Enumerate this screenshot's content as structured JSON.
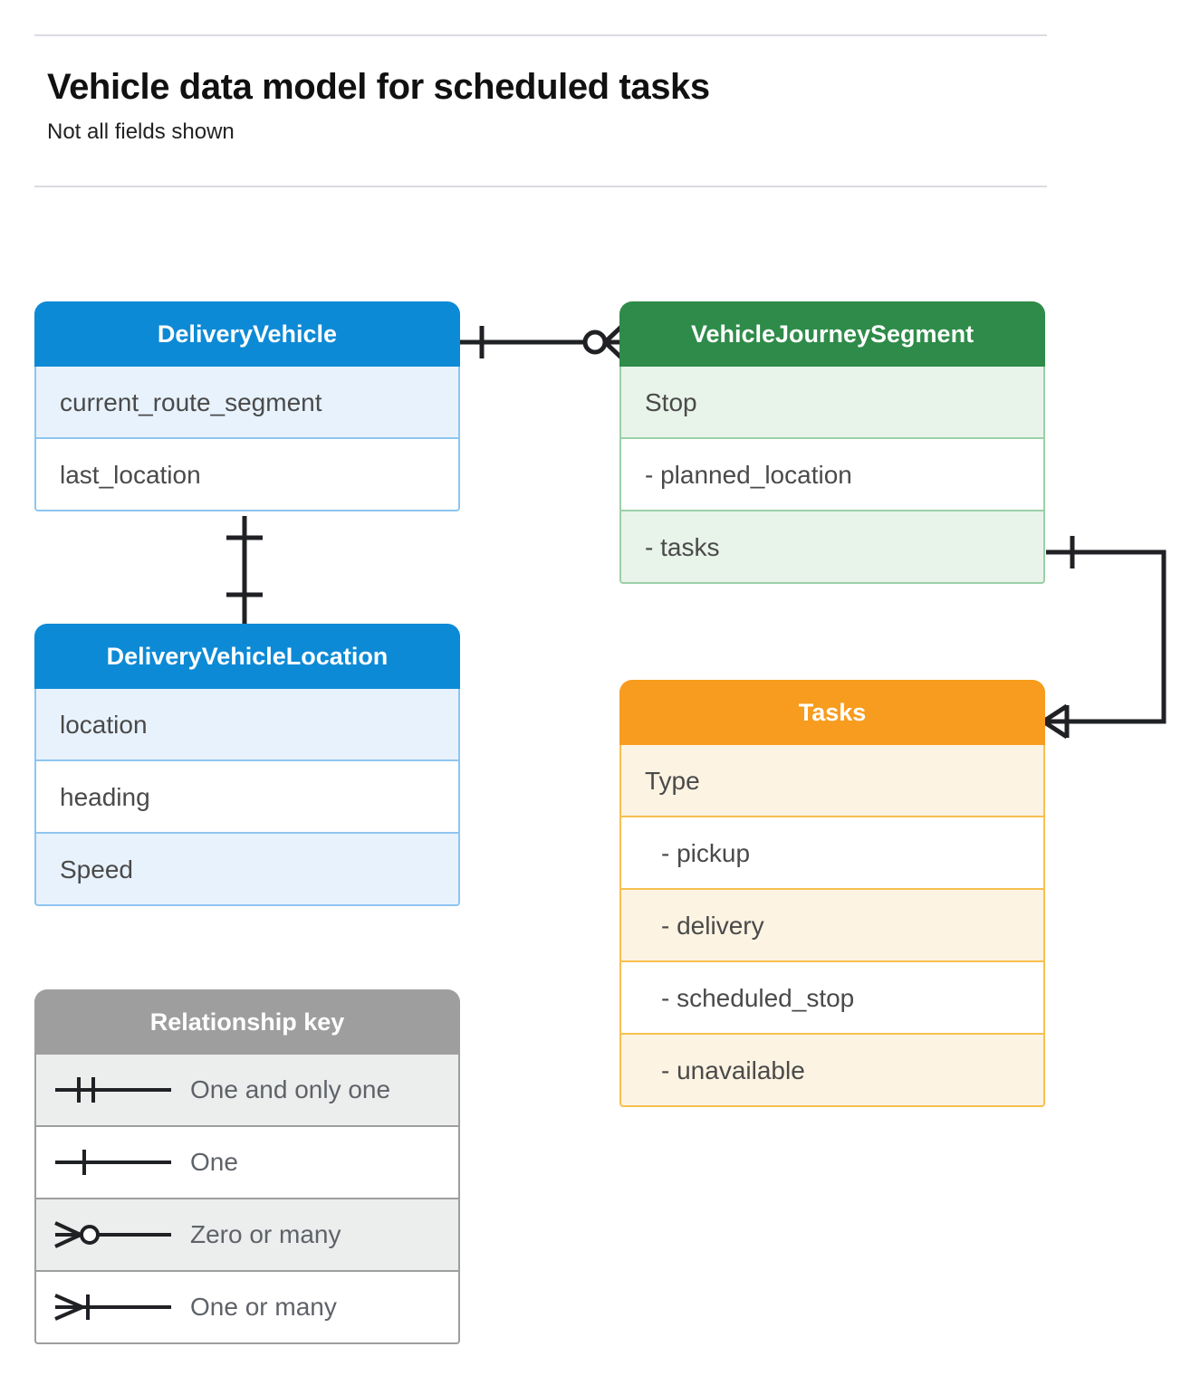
{
  "header": {
    "title": "Vehicle data model for scheduled tasks",
    "subtitle": "Not all fields shown"
  },
  "colors": {
    "blue_header": "#0d8ad6",
    "blue_row_alt": "#e8f2fd",
    "blue_border": "#8ec5f0",
    "green_header": "#2e8b49",
    "green_row_alt": "#e8f3ea",
    "green_border": "#9bd0a7",
    "orange_header": "#f79c1e",
    "orange_row_alt": "#fdf3e2",
    "orange_border": "#f7c04f",
    "gray_header": "#9e9e9e",
    "gray_row_alt": "#eceded",
    "gray_border": "#9e9e9e",
    "connector": "#202124",
    "rule": "#dadce0"
  },
  "entities": [
    {
      "id": "delivery-vehicle",
      "title": "DeliveryVehicle",
      "rows": [
        {
          "label": "current_route_segment",
          "indent": 1
        },
        {
          "label": "last_location",
          "indent": 1
        }
      ]
    },
    {
      "id": "vehicle-journey-segment",
      "title": "VehicleJourneySegment",
      "rows": [
        {
          "label": "Stop",
          "indent": 1
        },
        {
          "label": "-  planned_location",
          "indent": 1
        },
        {
          "label": "- tasks",
          "indent": 1
        }
      ]
    },
    {
      "id": "delivery-vehicle-location",
      "title": "DeliveryVehicleLocation",
      "rows": [
        {
          "label": "location",
          "indent": 1
        },
        {
          "label": "heading",
          "indent": 1
        },
        {
          "label": "Speed",
          "indent": 1
        }
      ]
    },
    {
      "id": "tasks",
      "title": "Tasks",
      "rows": [
        {
          "label": "Type",
          "indent": 1
        },
        {
          "label": "-  pickup",
          "indent": 2
        },
        {
          "label": "-  delivery",
          "indent": 2
        },
        {
          "label": "-  scheduled_stop",
          "indent": 2
        },
        {
          "label": "-  unavailable",
          "indent": 2
        }
      ]
    }
  ],
  "legend": {
    "title": "Relationship key",
    "items": [
      {
        "symbol": "one-and-only-one-icon",
        "label": "One and only one"
      },
      {
        "symbol": "one-icon",
        "label": "One"
      },
      {
        "symbol": "zero-or-many-icon",
        "label": "Zero or many"
      },
      {
        "symbol": "one-or-many-icon",
        "label": "One or many"
      }
    ]
  },
  "relationships": [
    {
      "id": "deliveryvehicle-to-journeysegment",
      "from": "DeliveryVehicle",
      "to": "VehicleJourneySegment",
      "from_cardinality": "One",
      "to_cardinality": "Zero or many"
    },
    {
      "id": "deliveryvehicle-to-vehiclelocation",
      "from": "DeliveryVehicle",
      "to": "DeliveryVehicleLocation",
      "from_cardinality": "One",
      "to_cardinality": "One"
    },
    {
      "id": "journeysegment-tasks-to-tasks",
      "from": "VehicleJourneySegment",
      "to": "Tasks",
      "from_cardinality": "One",
      "to_cardinality": "One or many"
    }
  ]
}
